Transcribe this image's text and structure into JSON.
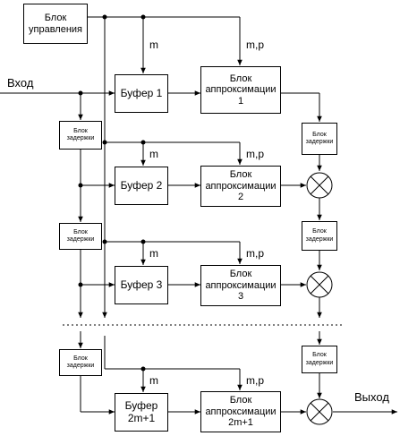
{
  "control_block": {
    "line1": "Блок",
    "line2": "управления"
  },
  "input_label": "Вход",
  "output_label": "Выход",
  "delay_block": {
    "line1": "Блок",
    "line2": "задержки"
  },
  "param_m": "m",
  "param_mp": "m,p",
  "stages": [
    {
      "buffer_line1": "Буфер 1",
      "buffer_line2": "",
      "approx_line1": "Блок",
      "approx_line2": "аппроксимации",
      "approx_line3": "1"
    },
    {
      "buffer_line1": "Буфер 2",
      "buffer_line2": "",
      "approx_line1": "Блок",
      "approx_line2": "аппроксимации",
      "approx_line3": "2"
    },
    {
      "buffer_line1": "Буфер 3",
      "buffer_line2": "",
      "approx_line1": "Блок",
      "approx_line2": "аппроксимации",
      "approx_line3": "3"
    },
    {
      "buffer_line1": "Буфер",
      "buffer_line2": "2m+1",
      "approx_line1": "Блок",
      "approx_line2": "аппроксимации",
      "approx_line3": "2m+1"
    }
  ]
}
